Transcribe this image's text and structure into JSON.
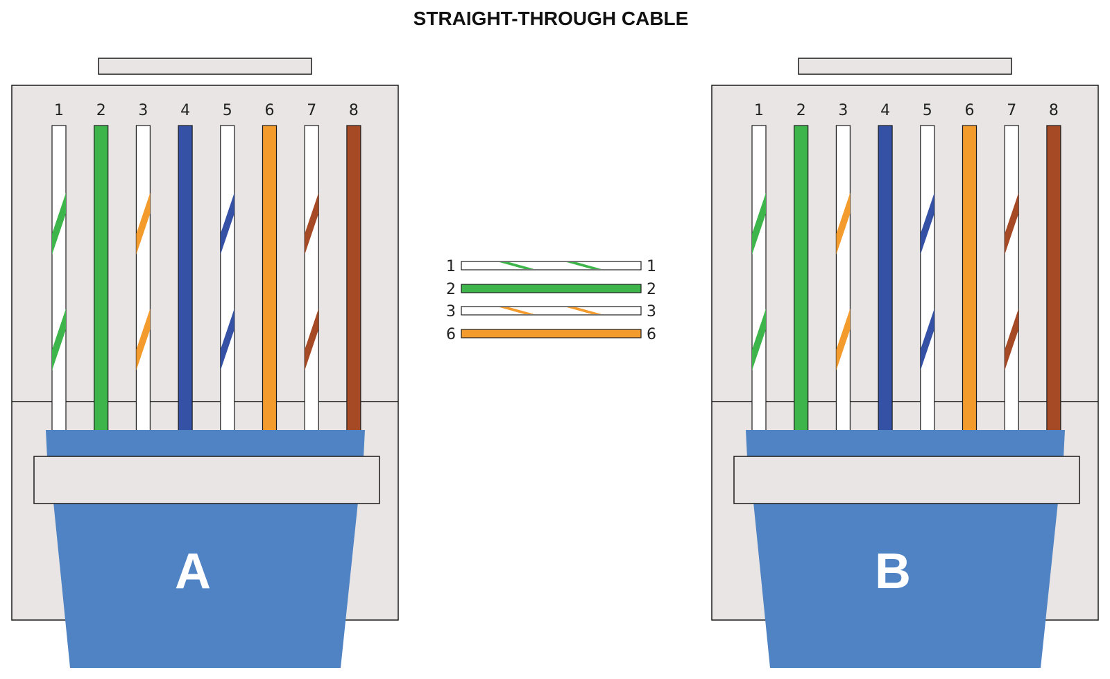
{
  "title": "STRAIGHT-THROUGH CABLE",
  "colors": {
    "housing": "#e8e5e4",
    "outline": "#1a1a1a",
    "boot": "#4f83c4",
    "white": "#ffffff",
    "green": "#3db54a",
    "orange": "#f39c2d",
    "blue": "#3451a6",
    "brown": "#a64a26"
  },
  "wires": [
    {
      "pin": "1",
      "color": "green",
      "striped": true
    },
    {
      "pin": "2",
      "color": "green",
      "striped": false
    },
    {
      "pin": "3",
      "color": "orange",
      "striped": true
    },
    {
      "pin": "4",
      "color": "blue",
      "striped": false
    },
    {
      "pin": "5",
      "color": "blue",
      "striped": true
    },
    {
      "pin": "6",
      "color": "orange",
      "striped": false
    },
    {
      "pin": "7",
      "color": "brown",
      "striped": true
    },
    {
      "pin": "8",
      "color": "brown",
      "striped": false
    }
  ],
  "connectors": [
    {
      "id": "a",
      "label": "A"
    },
    {
      "id": "b",
      "label": "B"
    }
  ],
  "legend": [
    {
      "left": "1",
      "right": "1",
      "color": "green",
      "striped": true
    },
    {
      "left": "2",
      "right": "2",
      "color": "green",
      "striped": false
    },
    {
      "left": "3",
      "right": "3",
      "color": "orange",
      "striped": true
    },
    {
      "left": "6",
      "right": "6",
      "color": "orange",
      "striped": false
    }
  ]
}
